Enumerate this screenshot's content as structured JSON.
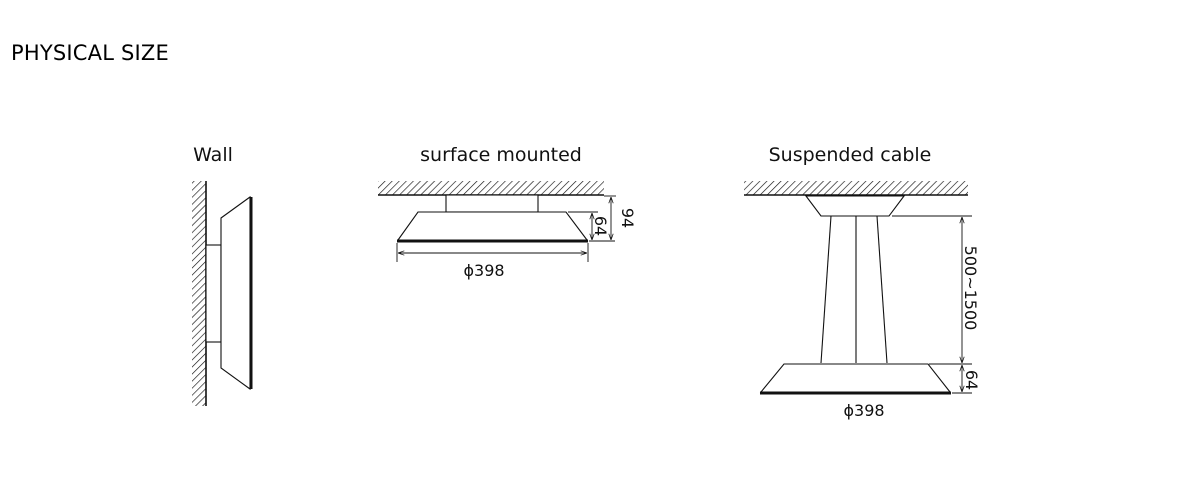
{
  "page_title": "PHYSICAL SIZE",
  "views": {
    "wall": {
      "title": "Wall"
    },
    "surface": {
      "title": "surface mounted",
      "diameter": "ϕ398",
      "height_total": "94",
      "height_body": "64"
    },
    "suspended": {
      "title": "Suspended cable",
      "diameter": "ϕ398",
      "cable_length": "500~1500",
      "height_body": "64"
    }
  }
}
